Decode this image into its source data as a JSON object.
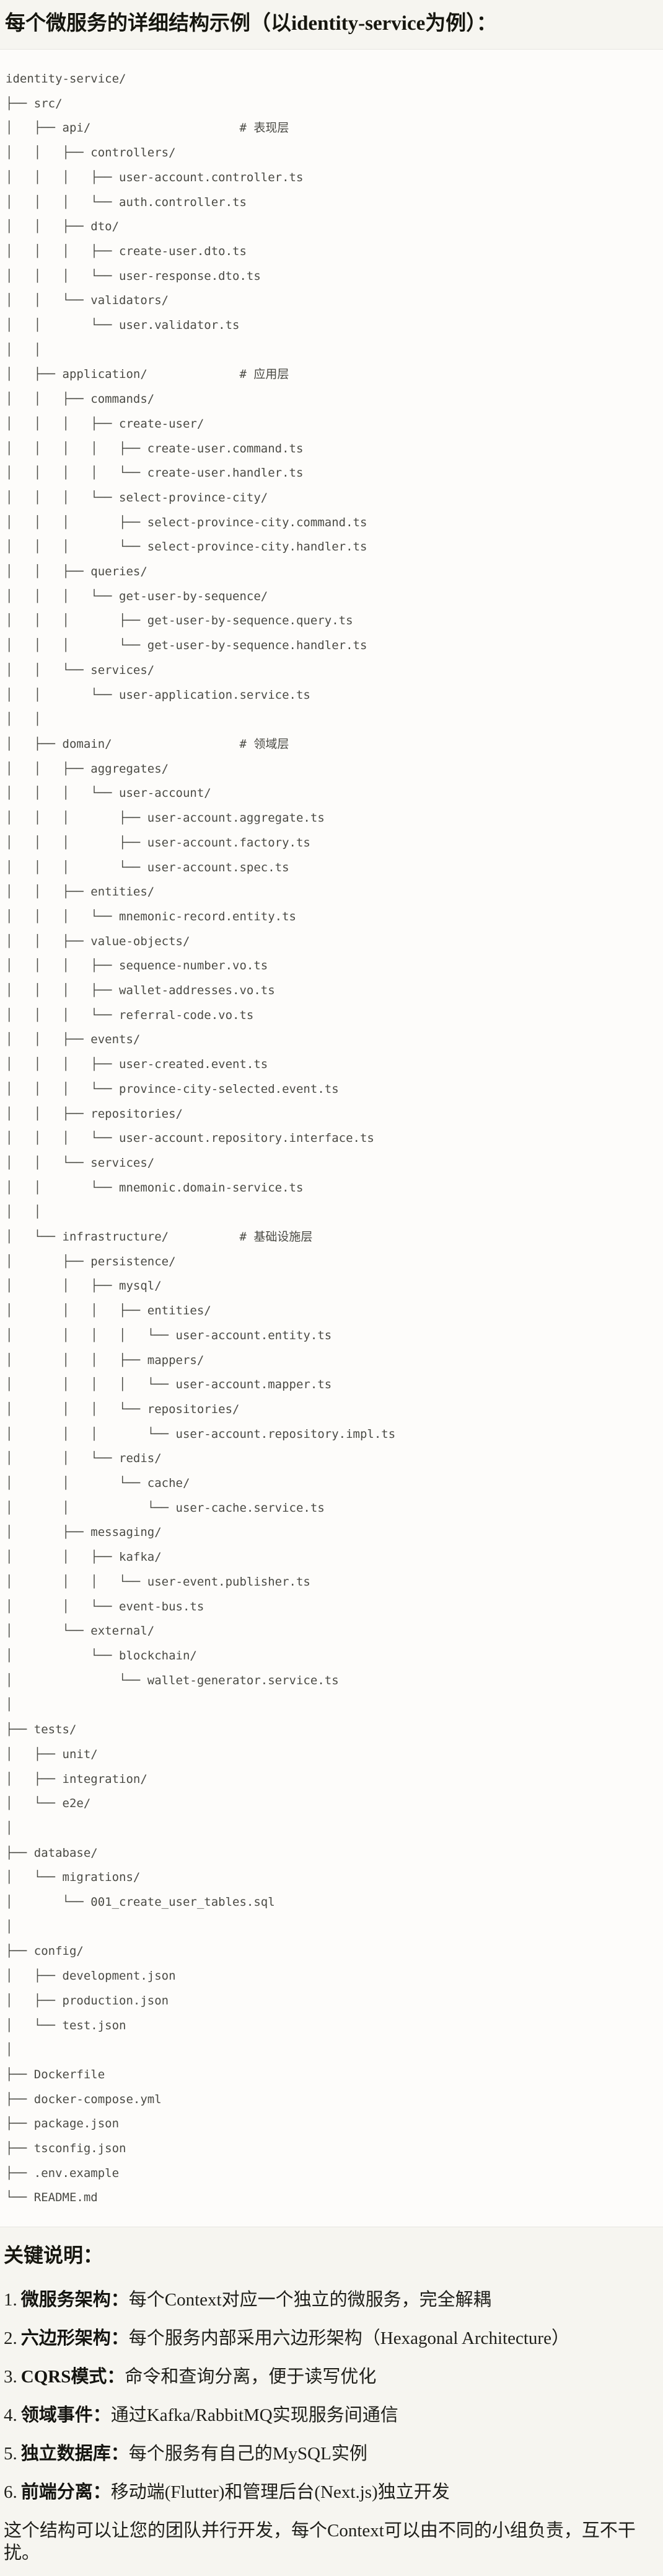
{
  "page_title": "每个微服务的详细结构示例（以identity-service为例）：",
  "code_block": {
    "tree_lines": [
      "identity-service/",
      "├── src/",
      "│   ├── api/                     # 表现层",
      "│   │   ├── controllers/",
      "│   │   │   ├── user-account.controller.ts",
      "│   │   │   └── auth.controller.ts",
      "│   │   ├── dto/",
      "│   │   │   ├── create-user.dto.ts",
      "│   │   │   └── user-response.dto.ts",
      "│   │   └── validators/",
      "│   │       └── user.validator.ts",
      "│   │",
      "│   ├── application/             # 应用层",
      "│   │   ├── commands/",
      "│   │   │   ├── create-user/",
      "│   │   │   │   ├── create-user.command.ts",
      "│   │   │   │   └── create-user.handler.ts",
      "│   │   │   └── select-province-city/",
      "│   │   │       ├── select-province-city.command.ts",
      "│   │   │       └── select-province-city.handler.ts",
      "│   │   ├── queries/",
      "│   │   │   └── get-user-by-sequence/",
      "│   │   │       ├── get-user-by-sequence.query.ts",
      "│   │   │       └── get-user-by-sequence.handler.ts",
      "│   │   └── services/",
      "│   │       └── user-application.service.ts",
      "│   │",
      "│   ├── domain/                  # 领域层",
      "│   │   ├── aggregates/",
      "│   │   │   └── user-account/",
      "│   │   │       ├── user-account.aggregate.ts",
      "│   │   │       ├── user-account.factory.ts",
      "│   │   │       └── user-account.spec.ts",
      "│   │   ├── entities/",
      "│   │   │   └── mnemonic-record.entity.ts",
      "│   │   ├── value-objects/",
      "│   │   │   ├── sequence-number.vo.ts",
      "│   │   │   ├── wallet-addresses.vo.ts",
      "│   │   │   └── referral-code.vo.ts",
      "│   │   ├── events/",
      "│   │   │   ├── user-created.event.ts",
      "│   │   │   └── province-city-selected.event.ts",
      "│   │   ├── repositories/",
      "│   │   │   └── user-account.repository.interface.ts",
      "│   │   └── services/",
      "│   │       └── mnemonic.domain-service.ts",
      "│   │",
      "│   └── infrastructure/          # 基础设施层",
      "│       ├── persistence/",
      "│       │   ├── mysql/",
      "│       │   │   ├── entities/",
      "│       │   │   │   └── user-account.entity.ts",
      "│       │   │   ├── mappers/",
      "│       │   │   │   └── user-account.mapper.ts",
      "│       │   │   └── repositories/",
      "│       │   │       └── user-account.repository.impl.ts",
      "│       │   └── redis/",
      "│       │       └── cache/",
      "│       │           └── user-cache.service.ts",
      "│       ├── messaging/",
      "│       │   ├── kafka/",
      "│       │   │   └── user-event.publisher.ts",
      "│       │   └── event-bus.ts",
      "│       └── external/",
      "│           └── blockchain/",
      "│               └── wallet-generator.service.ts",
      "│",
      "├── tests/",
      "│   ├── unit/",
      "│   ├── integration/",
      "│   └── e2e/",
      "│",
      "├── database/",
      "│   └── migrations/",
      "│       └── 001_create_user_tables.sql",
      "│",
      "├── config/",
      "│   ├── development.json",
      "│   ├── production.json",
      "│   └── test.json",
      "│",
      "├── Dockerfile",
      "├── docker-compose.yml",
      "├── package.json",
      "├── tsconfig.json",
      "├── .env.example",
      "└── README.md"
    ]
  },
  "notes": {
    "heading": "关键说明：",
    "items": [
      {
        "num": "1.",
        "term": "微服务架构：",
        "desc": "每个Context对应一个独立的微服务，完全解耦"
      },
      {
        "num": "2.",
        "term": "六边形架构：",
        "desc": "每个服务内部采用六边形架构（Hexagonal Architecture）"
      },
      {
        "num": "3.",
        "term": "CQRS模式：",
        "desc": "命令和查询分离，便于读写优化"
      },
      {
        "num": "4.",
        "term": "领域事件：",
        "desc": "通过Kafka/RabbitMQ实现服务间通信"
      },
      {
        "num": "5.",
        "term": "独立数据库：",
        "desc": "每个服务有自己的MySQL实例"
      },
      {
        "num": "6.",
        "term": "前端分离：",
        "desc": "移动端(Flutter)和管理后台(Next.js)独立开发"
      }
    ],
    "closing": "这个结构可以让您的团队并行开发，每个Context可以由不同的小组负责，互不干扰。"
  }
}
